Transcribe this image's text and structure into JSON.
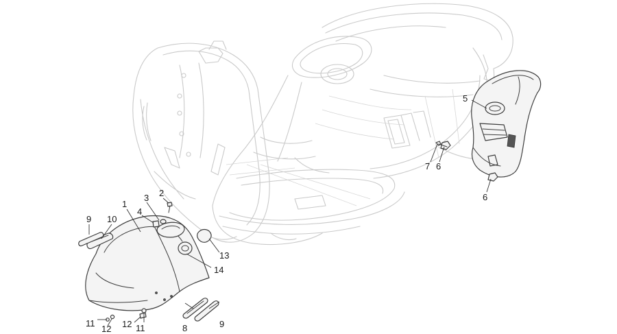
{
  "diagram": {
    "callouts": [
      {
        "id": "c1",
        "label": "1"
      },
      {
        "id": "c2",
        "label": "2"
      },
      {
        "id": "c3",
        "label": "3"
      },
      {
        "id": "c4",
        "label": "4"
      },
      {
        "id": "c5",
        "label": "5"
      },
      {
        "id": "c6a",
        "label": "6"
      },
      {
        "id": "c6b",
        "label": "6"
      },
      {
        "id": "c7",
        "label": "7"
      },
      {
        "id": "c8",
        "label": "8"
      },
      {
        "id": "c9a",
        "label": "9"
      },
      {
        "id": "c9b",
        "label": "9"
      },
      {
        "id": "c10",
        "label": "10"
      },
      {
        "id": "c11a",
        "label": "11"
      },
      {
        "id": "c11b",
        "label": "11"
      },
      {
        "id": "c12a",
        "label": "12"
      },
      {
        "id": "c12b",
        "label": "12"
      },
      {
        "id": "c13",
        "label": "13"
      },
      {
        "id": "c14",
        "label": "14"
      }
    ]
  }
}
